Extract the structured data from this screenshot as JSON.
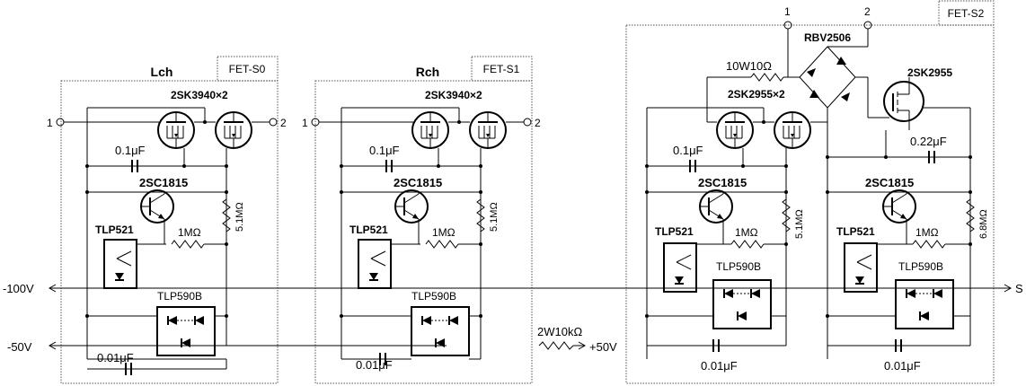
{
  "boards": {
    "s0": {
      "name": "FET-S0",
      "channel": "Lch",
      "mosfet": "2SK3940×2",
      "cap_top": "0.1μF",
      "transistor": "2SC1815",
      "resistor_h": "1MΩ",
      "resistor_v": "5.1MΩ",
      "optocoupler": "TLP521",
      "photovoltaic": "TLP590B",
      "cap_bottom": "0.01μF"
    },
    "s1": {
      "name": "FET-S1",
      "channel": "Rch",
      "mosfet": "2SK3940×2",
      "cap_top": "0.1μF",
      "transistor": "2SC1815",
      "resistor_h": "1MΩ",
      "resistor_v": "5.1MΩ",
      "optocoupler": "TLP521",
      "photovoltaic": "TLP590B",
      "cap_bottom": "0.01μF"
    },
    "s2": {
      "name": "FET-S2",
      "bridge": "RBV2506",
      "resistor_series": "10W10Ω",
      "mosfet_pair": "2SK2955×2",
      "mosfet_single": "2SK2955",
      "cap_left_top": "0.1μF",
      "cap_right_top": "0.22μF",
      "transistor_left": "2SC1815",
      "transistor_right": "2SC1815",
      "resistor_h_left": "1MΩ",
      "resistor_h_right": "1MΩ",
      "resistor_v_left": "5.1MΩ",
      "resistor_v_right": "6.8MΩ",
      "opto_left": "TLP521",
      "opto_right": "TLP521",
      "pv_left": "TLP590B",
      "pv_right": "TLP590B",
      "cap_bottom_left": "0.01μF",
      "cap_bottom_right": "0.01μF"
    }
  },
  "terminals": {
    "s0_left": "1",
    "s0_right": "2",
    "s1_left": "1",
    "s1_right": "2",
    "s2_left": "1",
    "s2_right": "2"
  },
  "rails": {
    "minus100": "-100V",
    "minus50": "-50V",
    "plus50": "+50V",
    "signal": "S",
    "series_resistor": "2W10kΩ"
  }
}
